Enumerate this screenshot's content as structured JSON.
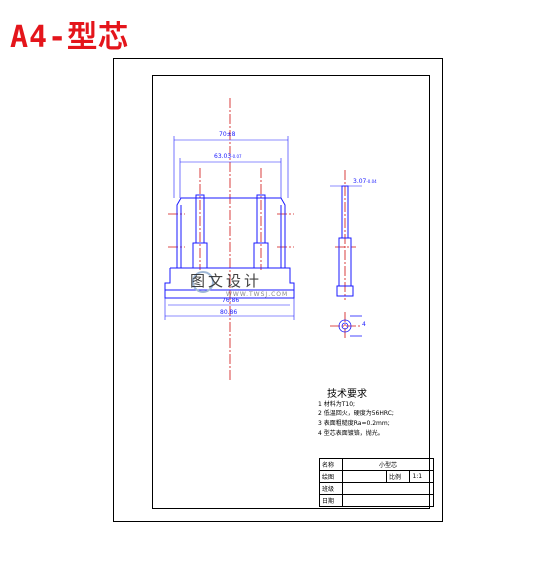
{
  "header": {
    "title": "A4-型芯"
  },
  "dimensions": {
    "top_width": "70±8",
    "inner_width": "63.03",
    "inner_tol": "-0.07",
    "bottom_width_1": "76.86",
    "bottom_width_2": "80.86",
    "pin_dia": "3.07",
    "pin_tol": "-0.04",
    "section_dim": "4"
  },
  "watermark": {
    "text": "图文设计",
    "url": "WWW.TWSJ.COM"
  },
  "tech_requirements": {
    "title": "技术要求",
    "items": [
      "1 材料为T10;",
      "2 低温回火，硬度为56HRC;",
      "3 表面粗糙度Ra=0.2mm;",
      "4 型芯表面镀铬，抛光。"
    ]
  },
  "title_block": {
    "name_label": "名称",
    "name_value": "小型芯",
    "drawn_label": "绘图",
    "ratio_label": "比例",
    "ratio_value": "1:1",
    "class_label": "班级",
    "date_label": "日期"
  },
  "colors": {
    "title": "#e4151b",
    "outline": "#1a1aff",
    "centerline": "#d01010",
    "frame": "#000000"
  }
}
